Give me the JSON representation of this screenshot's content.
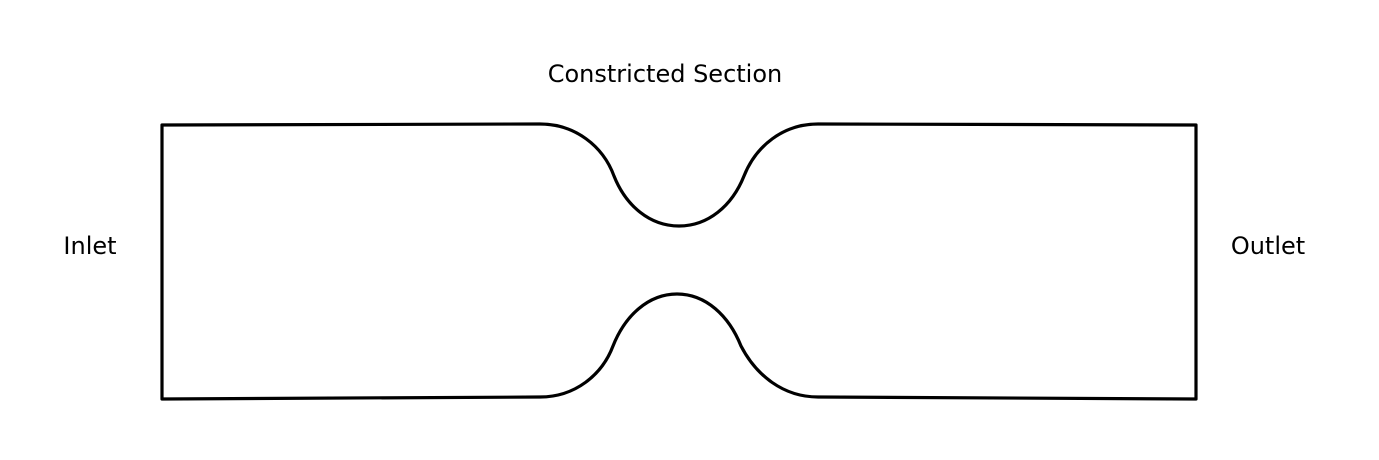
{
  "labels": {
    "section": "Constricted Section",
    "inlet": "Inlet",
    "outlet": "Outlet"
  },
  "colors": {
    "stroke": "#000000",
    "background": "#ffffff"
  }
}
